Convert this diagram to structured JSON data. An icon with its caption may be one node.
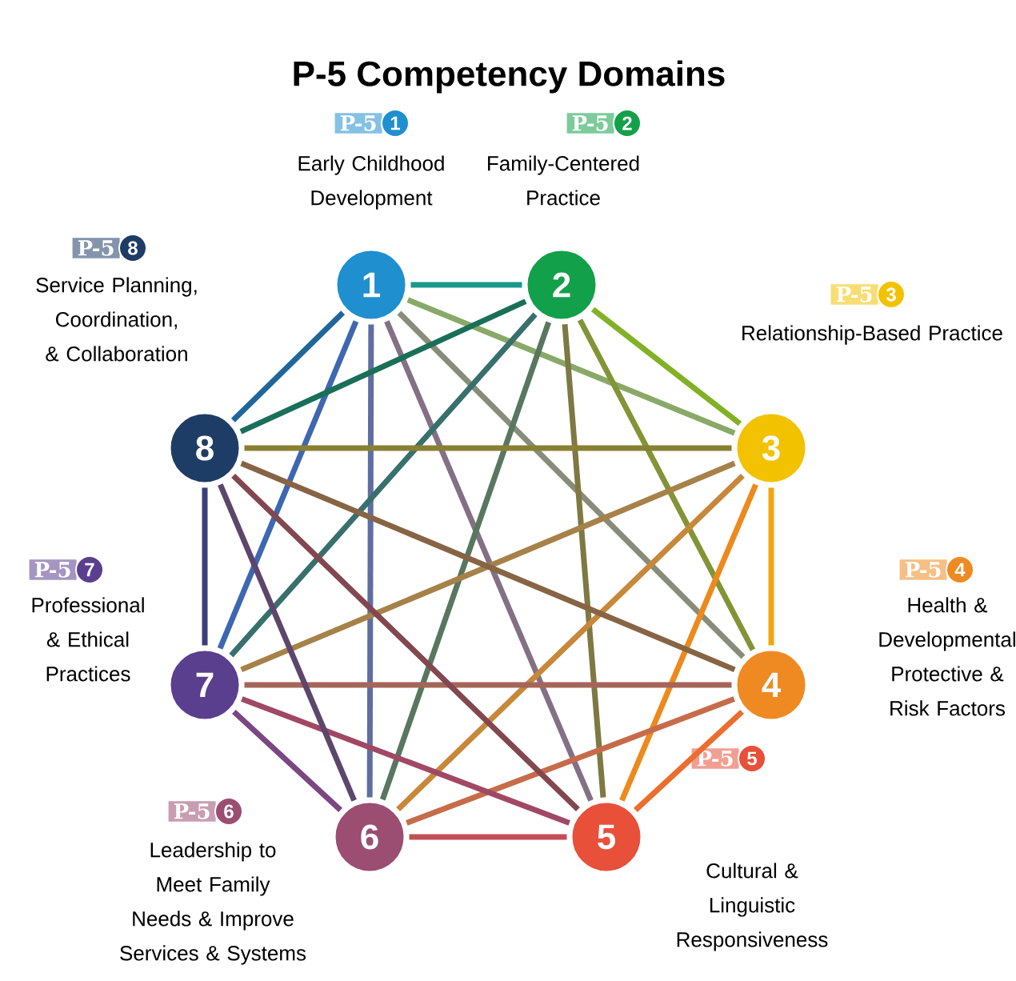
{
  "diagram": {
    "title": "P-5 Competency Domains",
    "nodes": [
      {
        "text": [
          "1"
        ],
        "beside": [
          "P-5",
          "1",
          "Early Childhood Development"
        ]
      },
      {
        "text": [
          "2"
        ],
        "beside": [
          "P-5",
          "2",
          "Family-Centered Practice"
        ]
      },
      {
        "text": [
          "3"
        ],
        "beside": [
          "P-5",
          "3",
          "Relationship-Based Practice"
        ]
      },
      {
        "text": [
          "4"
        ],
        "beside": [
          "P-5",
          "4",
          "Health & Developmental Protective & Risk Factors"
        ]
      },
      {
        "text": [
          "5"
        ],
        "beside": [
          "P-5",
          "5",
          "Cultural & Linguistic Responsiveness"
        ]
      },
      {
        "text": [
          "6"
        ],
        "beside": [
          "P-5",
          "6",
          "Leadership to Meet Family Needs & Improve Services & Systems"
        ]
      },
      {
        "text": [
          "7"
        ],
        "beside": [
          "P-5",
          "7",
          "Professional & Ethical Practices"
        ]
      },
      {
        "text": [
          "8"
        ],
        "beside": [
          "P-5",
          "8",
          "Service Planning, Coordination, & Collaboration"
        ]
      }
    ],
    "edges": [
      {
        "from": 0,
        "to": 1,
        "arrow": "none",
        "color": "#19988d"
      },
      {
        "from": 0,
        "to": 2,
        "arrow": "none",
        "color": "#89a968"
      },
      {
        "from": 0,
        "to": 3,
        "arrow": "none",
        "color": "#878d79"
      },
      {
        "from": 0,
        "to": 4,
        "arrow": "none",
        "color": "#847085"
      },
      {
        "from": 0,
        "to": 5,
        "arrow": "none",
        "color": "#5e6ea1"
      },
      {
        "from": 0,
        "to": 6,
        "arrow": "none",
        "color": "#3d67b0"
      },
      {
        "from": 0,
        "to": 7,
        "arrow": "none",
        "color": "#1f669b"
      },
      {
        "from": 1,
        "to": 2,
        "arrow": "none",
        "color": "#83b125"
      },
      {
        "from": 1,
        "to": 3,
        "arrow": "none",
        "color": "#819536"
      },
      {
        "from": 1,
        "to": 4,
        "arrow": "none",
        "color": "#7e7842"
      },
      {
        "from": 1,
        "to": 5,
        "arrow": "none",
        "color": "#58775e"
      },
      {
        "from": 1,
        "to": 6,
        "arrow": "none",
        "color": "#37706d"
      },
      {
        "from": 1,
        "to": 7,
        "arrow": "none",
        "color": "#196f58"
      },
      {
        "from": 2,
        "to": 3,
        "arrow": "none",
        "color": "#f1a611"
      },
      {
        "from": 2,
        "to": 4,
        "arrow": "none",
        "color": "#ed891d"
      },
      {
        "from": 2,
        "to": 5,
        "arrow": "none",
        "color": "#c78839"
      },
      {
        "from": 2,
        "to": 6,
        "arrow": "none",
        "color": "#a68148"
      },
      {
        "from": 2,
        "to": 7,
        "arrow": "none",
        "color": "#888033"
      },
      {
        "from": 3,
        "to": 4,
        "arrow": "none",
        "color": "#ec6d2e"
      },
      {
        "from": 3,
        "to": 5,
        "arrow": "none",
        "color": "#c66c4a"
      },
      {
        "from": 3,
        "to": 6,
        "arrow": "none",
        "color": "#a56559"
      },
      {
        "from": 3,
        "to": 7,
        "arrow": "none",
        "color": "#876444"
      },
      {
        "from": 4,
        "to": 5,
        "arrow": "none",
        "color": "#c24f56"
      },
      {
        "from": 4,
        "to": 6,
        "arrow": "none",
        "color": "#a14865"
      },
      {
        "from": 4,
        "to": 7,
        "arrow": "none",
        "color": "#834750"
      },
      {
        "from": 5,
        "to": 6,
        "arrow": "none",
        "color": "#7b4681"
      },
      {
        "from": 5,
        "to": 7,
        "arrow": "none",
        "color": "#5d456c"
      },
      {
        "from": 6,
        "to": 7,
        "arrow": "none",
        "color": "#3c3e7b"
      }
    ]
  }
}
